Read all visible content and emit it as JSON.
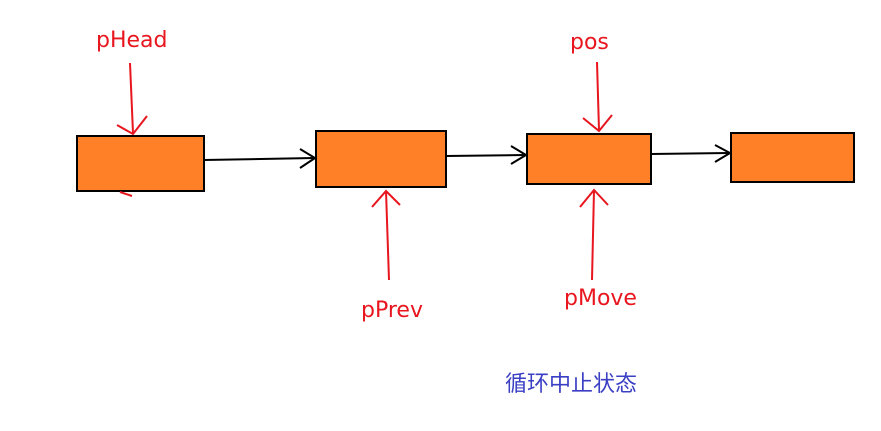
{
  "labels": {
    "p_head": "pHead",
    "p_prev": "pPrev",
    "pos": "pos",
    "p_move": "pMove"
  },
  "caption": "循环中止状态",
  "colors": {
    "node_fill": "#ff8026",
    "node_stroke": "#000000",
    "pointer": "#e8161e",
    "link": "#000000",
    "caption": "#3a3fc4"
  }
}
